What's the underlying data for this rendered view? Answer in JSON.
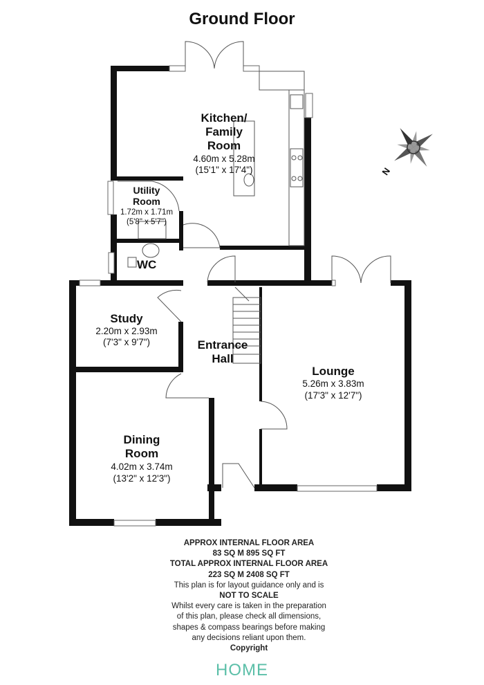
{
  "title": "Ground Floor",
  "rooms": {
    "kitchen": {
      "name_lines": [
        "Kitchen/",
        "Family",
        "Room"
      ],
      "metric": "4.60m x 5.28m",
      "imperial": "(15'1\" x 17'4\")"
    },
    "utility": {
      "name_lines": [
        "Utility",
        "Room"
      ],
      "metric": "1.72m x 1.71m",
      "imperial": "(5'8\" x 5'7\")"
    },
    "wc": {
      "name": "WC"
    },
    "study": {
      "name": "Study",
      "metric": "2.20m x 2.93m",
      "imperial": "(7'3\" x 9'7\")"
    },
    "hall": {
      "name_lines": [
        "Entrance",
        "Hall"
      ]
    },
    "lounge": {
      "name": "Lounge",
      "metric": "5.26m x 3.83m",
      "imperial": "(17'3\" x 12'7\")"
    },
    "dining": {
      "name_lines": [
        "Dining",
        "Room"
      ],
      "metric": "4.02m x 3.74m",
      "imperial": "(13'2\" x 12'3\")"
    }
  },
  "compass": {
    "label": "N"
  },
  "footer": {
    "lines": [
      "APPROX INTERNAL FLOOR AREA",
      "83 SQ M 895 SQ FT",
      "TOTAL APPROX INTERNAL FLOOR AREA",
      "223 SQ M 2408 SQ FT",
      "This plan is for layout guidance only and is",
      "NOT TO SCALE",
      "Whilst every care is taken in the preparation",
      "of this plan, please check all dimensions,",
      "shapes & compass bearings before making",
      "any decisions reliant upon them.",
      "Copyright"
    ],
    "logo": "HOME",
    "logo_color": "#5bbfa8"
  }
}
